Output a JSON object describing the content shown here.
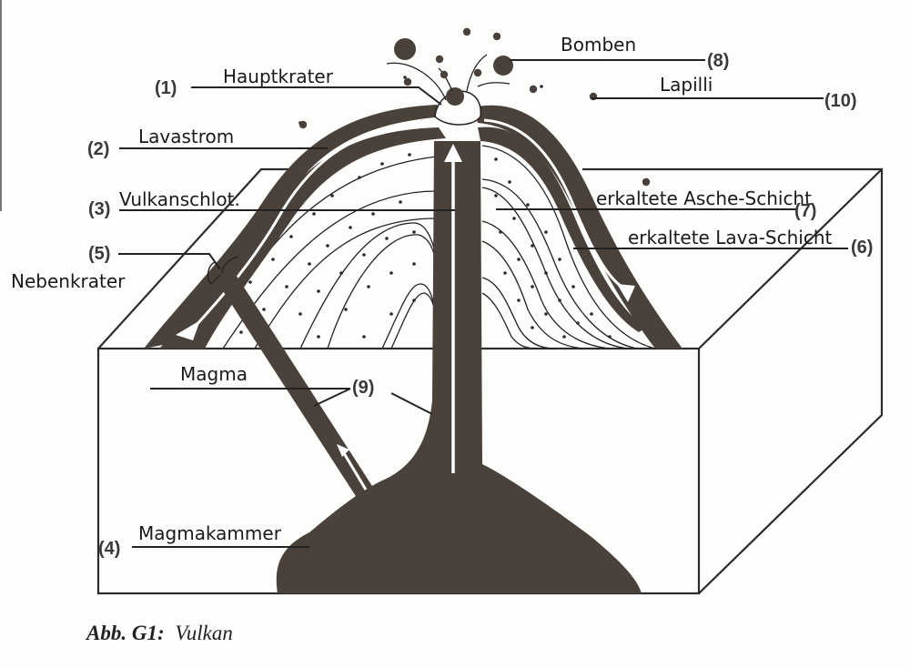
{
  "figure": {
    "caption_prefix": "Abb. G1:",
    "caption_title": "Vulkan"
  },
  "labels": [
    {
      "id": "hauptkrater",
      "number": "(1)",
      "text": "Hauptkrater"
    },
    {
      "id": "lavastrom",
      "number": "(2)",
      "text": "Lavastrom"
    },
    {
      "id": "vulkanschlot",
      "number": "(3)",
      "text": "Vulkanschlot."
    },
    {
      "id": "magmakammer",
      "number": "(4)",
      "text": "Magmakammer"
    },
    {
      "id": "nebenkrater",
      "number": "(5)",
      "text": "Nebenkrater"
    },
    {
      "id": "lava-schicht",
      "number": "(6)",
      "text": "erkaltete Lava-Schicht"
    },
    {
      "id": "asche-schicht",
      "number": "(7)",
      "text": "erkaltete Asche-Schicht"
    },
    {
      "id": "bomben",
      "number": "(8)",
      "text": "Bomben"
    },
    {
      "id": "magma",
      "number": "(9)",
      "text": "Magma"
    },
    {
      "id": "lapilli",
      "number": "(10)",
      "text": "Lapilli"
    }
  ],
  "colors": {
    "lava": "#4a413a",
    "line": "#222222",
    "background": "#fdfdfc"
  }
}
